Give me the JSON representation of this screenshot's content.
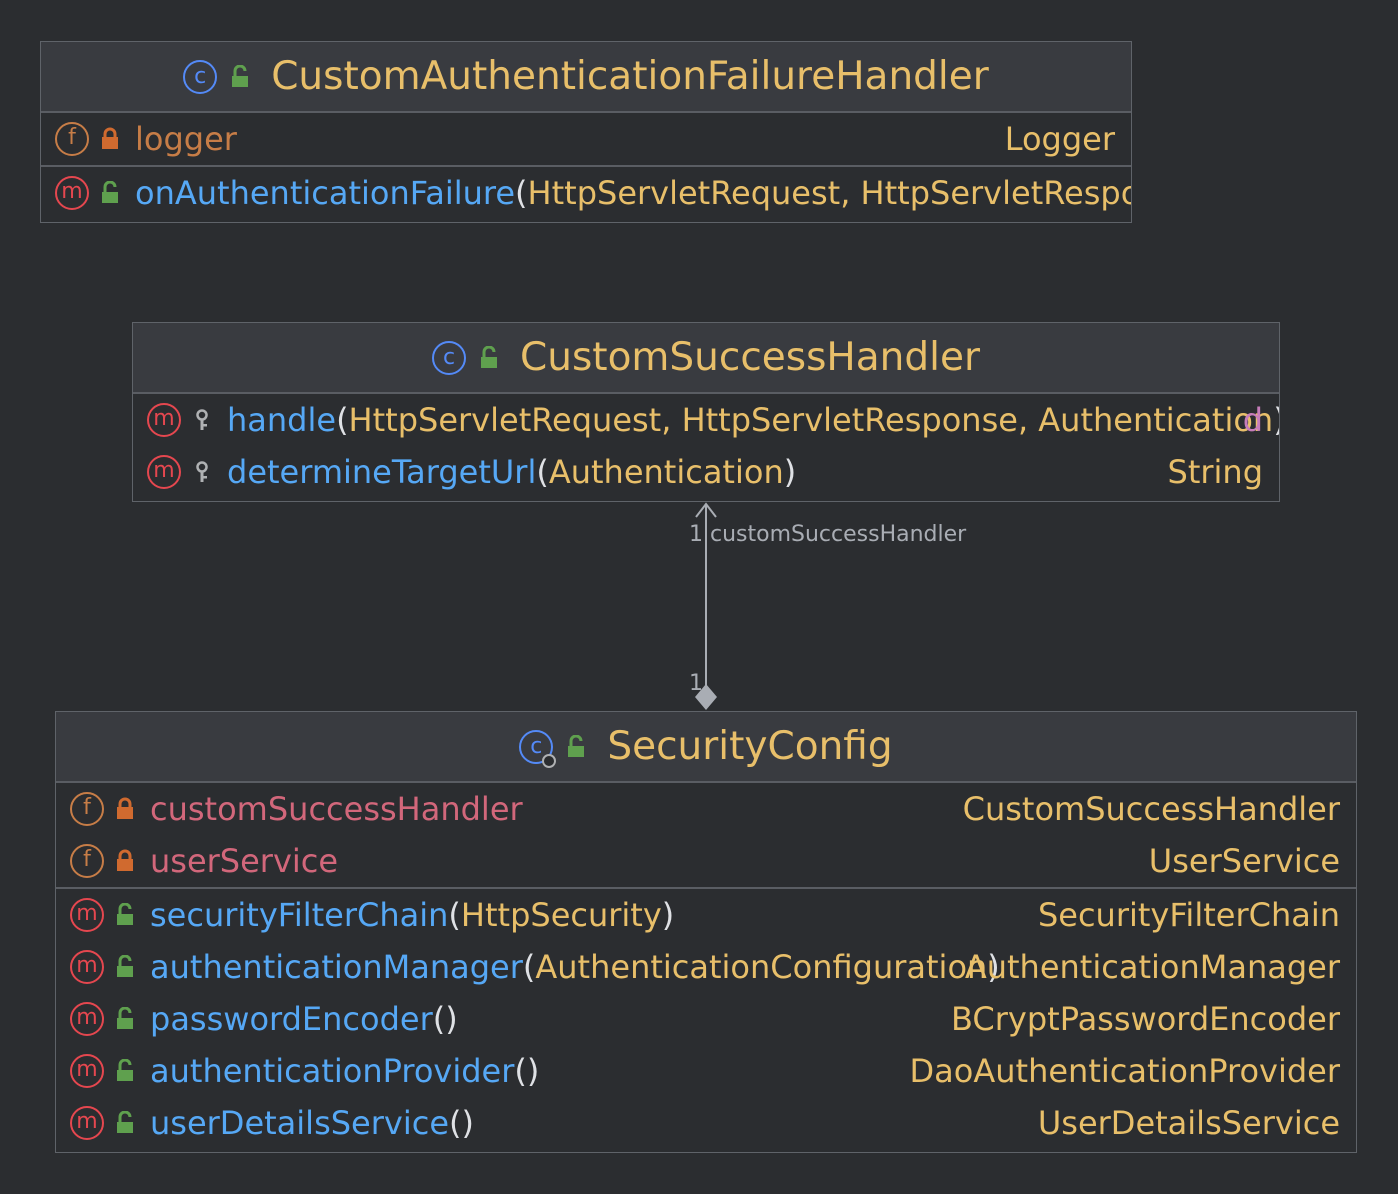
{
  "colors": {
    "background": "#2b2d30",
    "header": "#393b40",
    "class_name": "#e8bf6a",
    "method_name": "#56a8f5",
    "field_name": "#d2677b",
    "type": "#e8bf6a",
    "icon_field": "#c77d47",
    "icon_method": "#e5474f",
    "icon_class": "#548af7",
    "public_lock": "#5fa04e",
    "private_lock": "#d06a2f",
    "edge": "#a9adb4"
  },
  "icons": {
    "class": "c",
    "field": "f",
    "method": "m"
  },
  "failure_handler": {
    "name": "CustomAuthenticationFailureHandler",
    "field_name": "logger",
    "field_type": "Logger",
    "method_name": "onAuthenticationFailure",
    "method_params": "HttpServletRequest, HttpServletRespons",
    "method_open": "("
  },
  "success_handler": {
    "name": "CustomSuccessHandler",
    "method1_name": "handle",
    "method1_params": "HttpServletRequest, HttpServletResponse, Authentication",
    "method1_open": "(",
    "method1_close": ")",
    "method1_type": "d",
    "method2_name": "determineTargetUrl",
    "method2_params": "Authentication",
    "method2_open": "(",
    "method2_close": ")",
    "method2_type": "String"
  },
  "relation": {
    "target_multiplicity": "1",
    "target_role": "customSuccessHandler",
    "source_multiplicity": "1"
  },
  "security_config": {
    "name": "SecurityConfig",
    "fields": [
      {
        "name": "customSuccessHandler",
        "type": "CustomSuccessHandler"
      },
      {
        "name": "userService",
        "type": "UserService"
      }
    ],
    "methods": [
      {
        "name": "securityFilterChain",
        "open": "(",
        "params": "HttpSecurity",
        "close": ")",
        "type": "SecurityFilterChain"
      },
      {
        "name": "authenticationManager",
        "open": "(",
        "params": "AuthenticationConfiguration",
        "close": ")",
        "type": "AuthenticationManager"
      },
      {
        "name": "passwordEncoder",
        "open": "()",
        "params": "",
        "close": "",
        "type": "BCryptPasswordEncoder"
      },
      {
        "name": "authenticationProvider",
        "open": "()",
        "params": "",
        "close": "",
        "type": "DaoAuthenticationProvider"
      },
      {
        "name": "userDetailsService",
        "open": "()",
        "params": "",
        "close": "",
        "type": "UserDetailsService"
      }
    ]
  }
}
